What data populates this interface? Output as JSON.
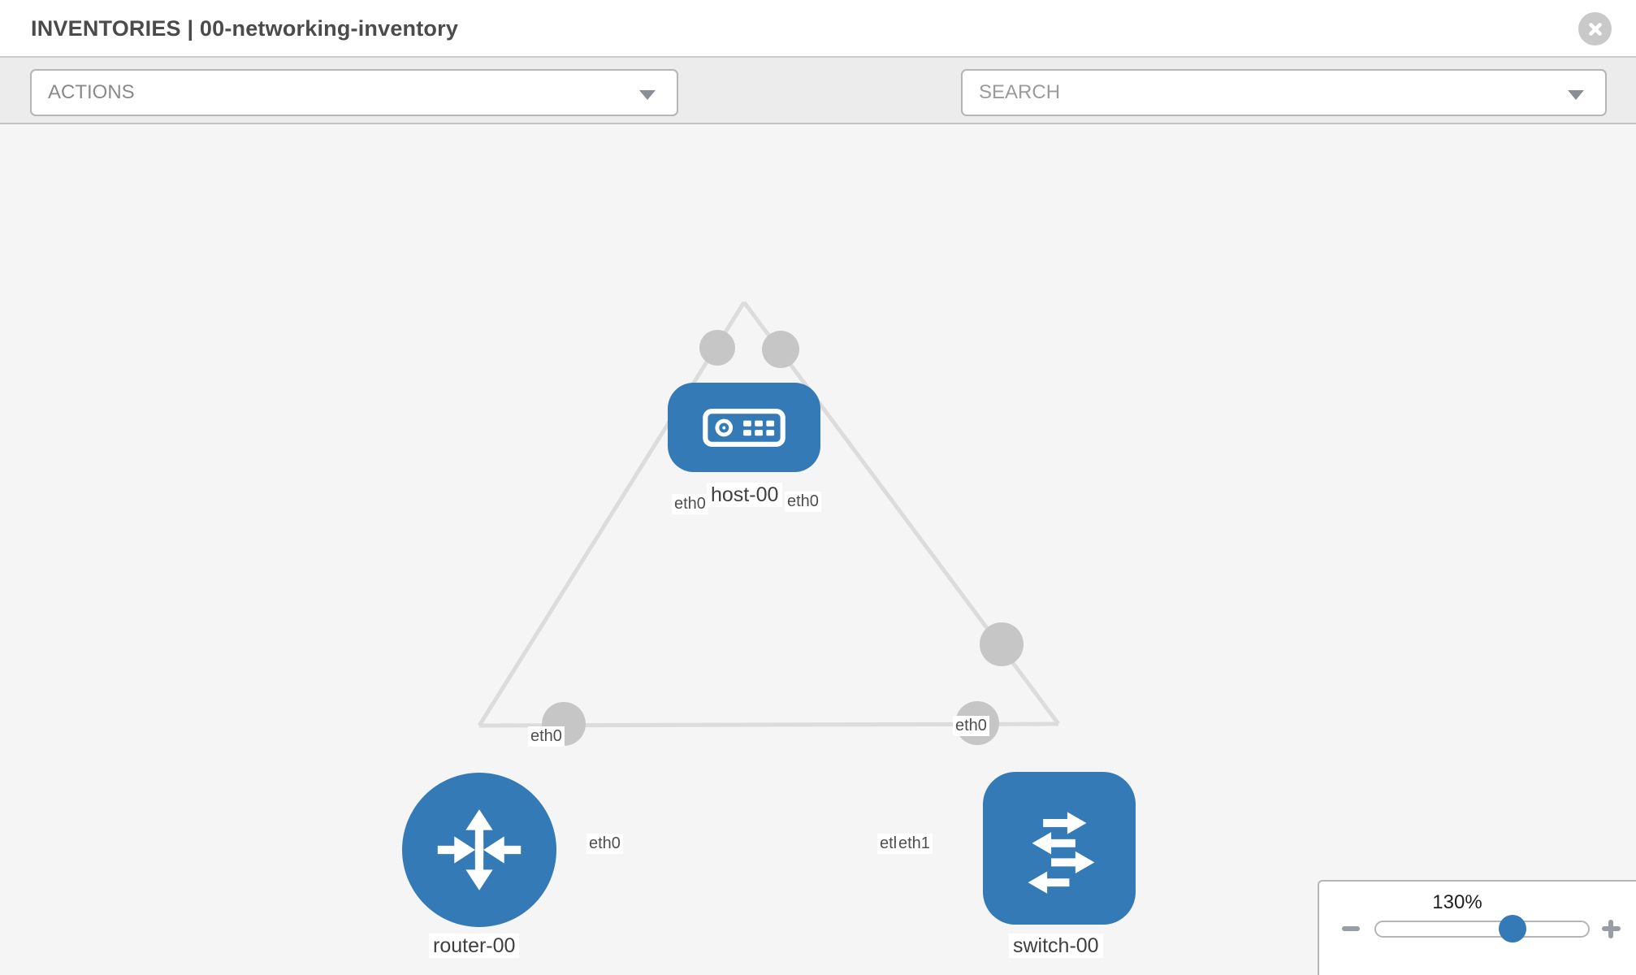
{
  "header": {
    "title": "INVENTORIES | 00-networking-inventory",
    "close_icon": "x-circle"
  },
  "toolbar": {
    "actions_label": "ACTIONS",
    "search_placeholder": "SEARCH",
    "icons": [
      "wrench-icon",
      "key-icon"
    ]
  },
  "topology": {
    "nodes": [
      {
        "id": "host-00",
        "type": "host",
        "label": "host-00"
      },
      {
        "id": "router-00",
        "type": "router",
        "label": "router-00"
      },
      {
        "id": "switch-00",
        "type": "switch",
        "label": "switch-00"
      }
    ],
    "links": [
      {
        "from": "host-00",
        "to": "router-00",
        "from_interface": "eth0",
        "to_interface": "eth0"
      },
      {
        "from": "host-00",
        "to": "switch-00",
        "from_interface": "eth0",
        "to_interface": "eth0"
      },
      {
        "from": "router-00",
        "to": "switch-00",
        "from_interface": "eth0",
        "to_interface": "eth1",
        "to_interface_overlapped": "eth0"
      }
    ],
    "colors": {
      "node_fill": "#337ab7",
      "link_stroke": "#dcdcdc",
      "endpoint_fill": "#c6c6c6",
      "canvas_bg": "#f5f5f5"
    }
  },
  "zoom_panel": {
    "value": "130%",
    "zoom_out_icon": "minus-icon",
    "zoom_in_icon": "plus-icon"
  }
}
